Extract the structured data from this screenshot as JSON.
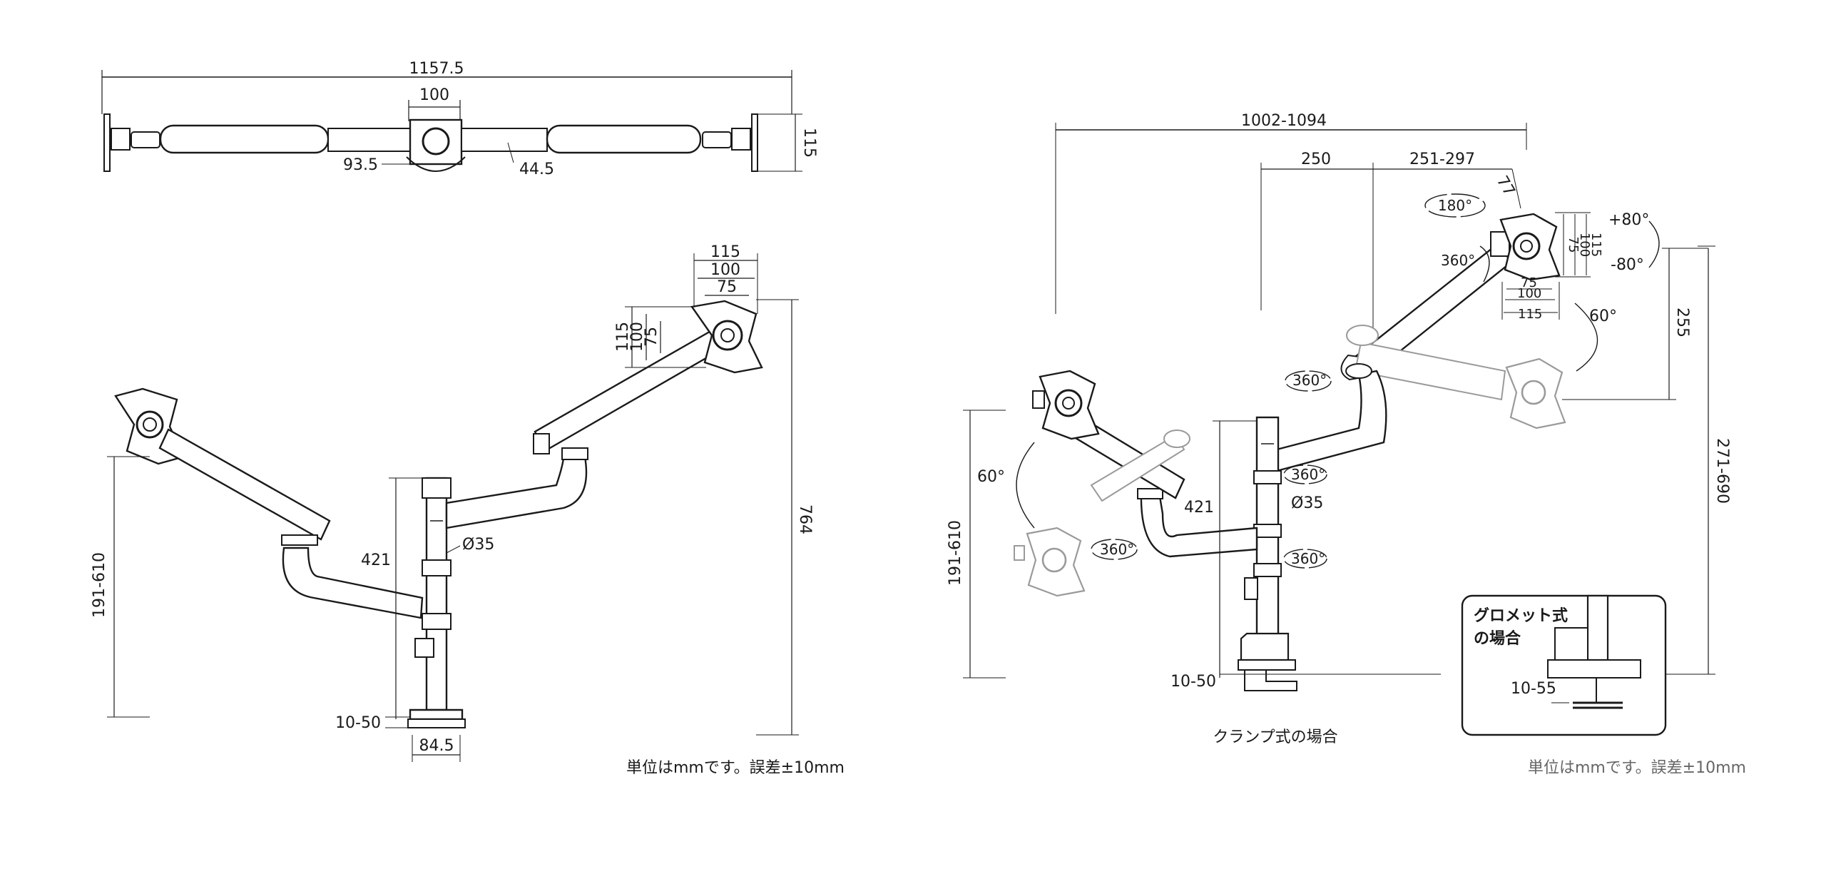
{
  "left_view": {
    "top_width": "1157.5",
    "top_pole_width": "100",
    "top_height": "115",
    "top_offset_a": "93.5",
    "top_offset_b": "44.5",
    "vesa_115": "115",
    "vesa_100": "100",
    "vesa_75": "75",
    "height_range": "191-610",
    "arm_reach": "421",
    "pole_dia": "Ø35",
    "total_height": "764",
    "desk_thickness": "10-50",
    "base_width": "84.5",
    "note": "単位はmmです。誤差±10mm"
  },
  "right_view": {
    "total_width": "1002-1094",
    "arm_segment": "250",
    "arm_extension": "251-297",
    "tilt_offset": "77",
    "rotate_180": "180°",
    "rotate_360": "360°",
    "tilt_up": "+80°",
    "tilt_down": "-80°",
    "vesa_75": "75",
    "vesa_100": "100",
    "vesa_115": "115",
    "swing_angle": "60°",
    "height_255": "255",
    "height_range_right": "271-690",
    "height_range_left": "191-610",
    "arm_reach": "421",
    "pole_dia": "Ø35",
    "desk_thickness": "10-50",
    "clamp_label": "クランプ式の場合",
    "grommet_title_1": "グロメット式",
    "grommet_title_2": "の場合",
    "grommet_thickness": "10-55",
    "note": "単位はmmです。誤差±10mm"
  },
  "colors": {
    "line": "#1a1a1a",
    "ghost": "#9a9a9a",
    "background": "#ffffff"
  }
}
